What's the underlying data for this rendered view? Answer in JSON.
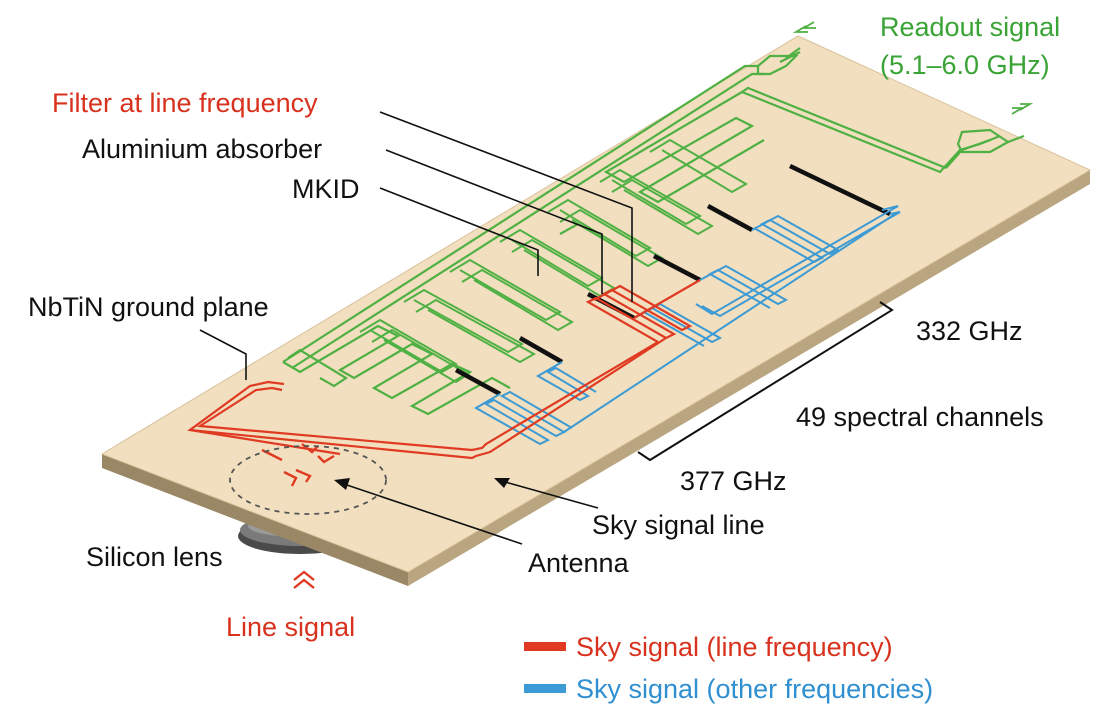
{
  "colors": {
    "chip": "#f1dfbf",
    "chip_edge": "#d9c29a",
    "readout_green": "#4fb043",
    "line_red": "#e03a22",
    "other_blue": "#3c9ad4",
    "absorber_black": "#111111",
    "leader_black": "#111111",
    "lens_gray": "#6e6e6e"
  },
  "labels": {
    "readout_line1": "Readout signal",
    "readout_line2": "(5.1–6.0 GHz)",
    "filter": "Filter at line frequency",
    "absorber": "Aluminium absorber",
    "mkid": "MKID",
    "ground_plane": "NbTiN ground plane",
    "freq_high": "332 GHz",
    "channels": "49 spectral channels",
    "freq_low": "377 GHz",
    "sky_line": "Sky signal line",
    "antenna": "Antenna",
    "silicon_lens": "Silicon lens",
    "line_signal": "Line signal"
  },
  "legend": [
    {
      "label": "Sky signal (line frequency)",
      "color": "#e03a22"
    },
    {
      "label": "Sky signal (other frequencies)",
      "color": "#3c9ad4"
    }
  ]
}
